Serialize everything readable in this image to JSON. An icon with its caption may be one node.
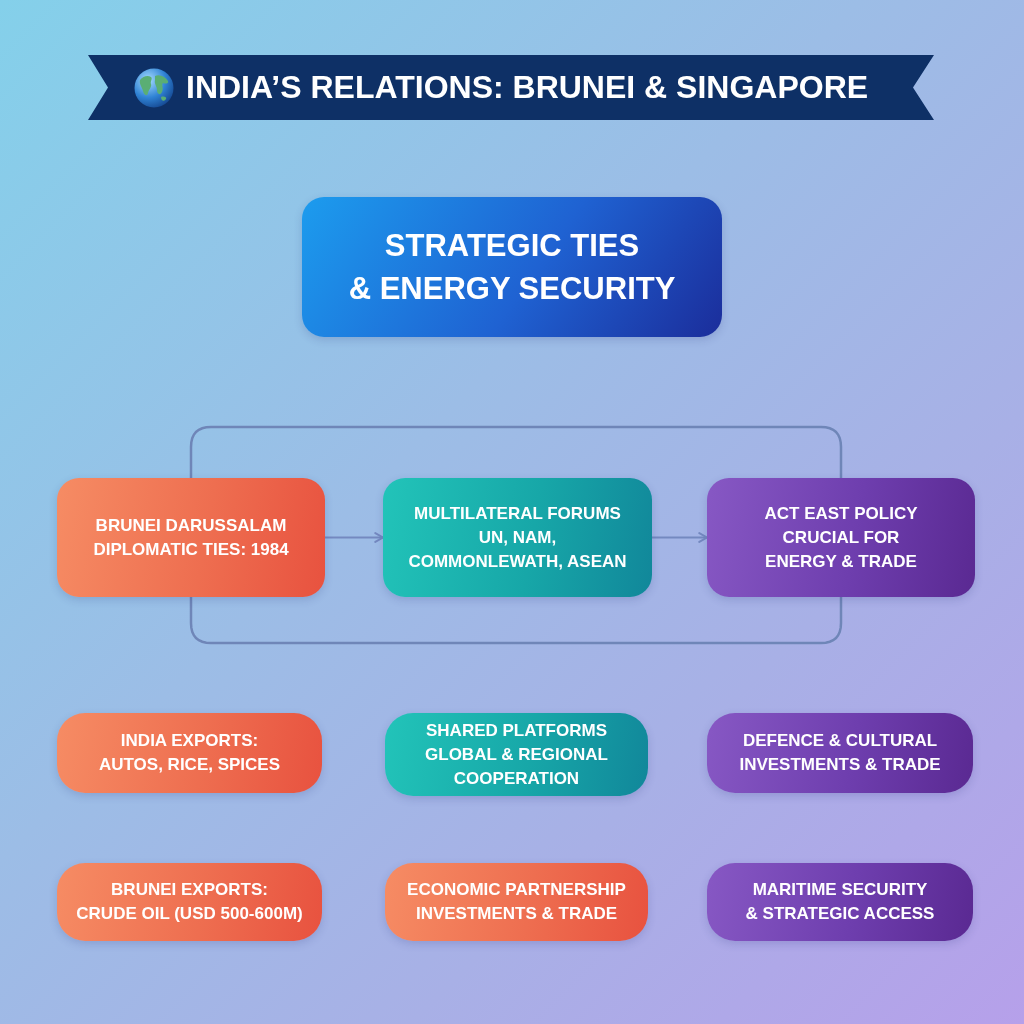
{
  "diagram": {
    "title": "INDIA’S RELATIONS: BRUNEI & SINGAPORE",
    "nodes": [
      {
        "text": [
          "STRATEGIC TIES",
          "& ENERGY SECURITY"
        ]
      },
      {
        "text": [
          "BRUNEI DARUSSALAM",
          "DIPLOMATIC TIES: 1984"
        ]
      },
      {
        "text": [
          "MULTILATERAL FORUMS",
          "UN, NAM, COMMONLEWATH, ASEAN"
        ]
      },
      {
        "text": [
          "ACT EAST POLICY",
          "CRUCIAL FOR ENERGY & TRADE"
        ]
      },
      {
        "text": [
          "INDIA EXPORTS:",
          "AUTOS, RICE, SPICES"
        ]
      },
      {
        "text": [
          "SHARED PLATFORMS",
          "GLOBAL & REGIONAL COOPERATION"
        ]
      },
      {
        "text": [
          "DEFENCE & CULTURAL",
          "INVESTMENTS & TRADE"
        ]
      },
      {
        "text": [
          "BRUNEI EXPORTS:",
          "CRUDE OIL (USD 500-600M)"
        ]
      },
      {
        "text": [
          "ECONOMIC PARTNERSHIP",
          "INVESTMENTS & TRADE"
        ]
      },
      {
        "text": [
          "MARITIME SECURITY",
          "& STRATEGIC ACCESS"
        ]
      }
    ],
    "edges": [
      {
        "from": 1,
        "to": 2,
        "arrow": "to"
      },
      {
        "from": 2,
        "to": 3,
        "arrow": "to"
      },
      {
        "from": 1,
        "to": 3,
        "arrow": "none"
      },
      {
        "from": 1,
        "to": 3,
        "arrow": "none"
      }
    ]
  }
}
